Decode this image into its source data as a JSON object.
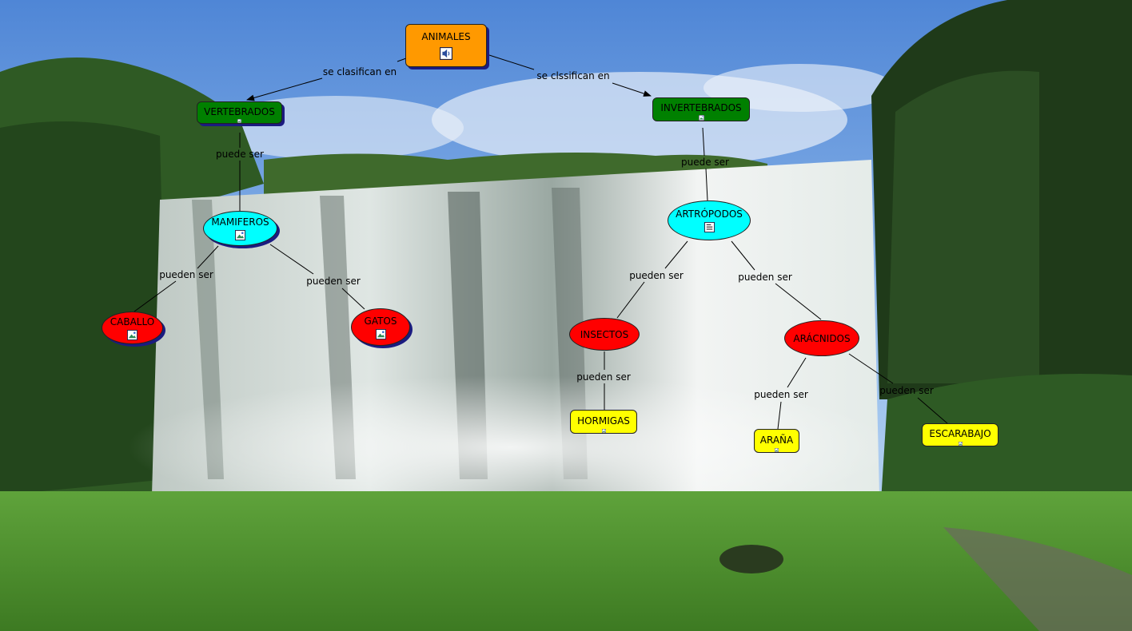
{
  "colors": {
    "orange": "#ff9900",
    "green": "#008000",
    "cyan": "#00ffff",
    "red": "#ff0000",
    "yellow": "#ffff00",
    "shadow": "#1b1b80"
  },
  "nodes": {
    "animales": {
      "label": "ANIMALES",
      "icon": "sound-icon"
    },
    "vertebrados": {
      "label": "VERTEBRADOS",
      "icon": "image-icon"
    },
    "invertebrados": {
      "label": "INVERTEBRADOS",
      "icon": "image-icon"
    },
    "mamiferos": {
      "label": "MAMIFEROS",
      "icon": "image-icon"
    },
    "artropodos": {
      "label": "ARTRÓPODOS",
      "icon": "document-icon"
    },
    "caballo": {
      "label": "CABALLO",
      "icon": "image-icon"
    },
    "gatos": {
      "label": "GATOS",
      "icon": "image-icon"
    },
    "insectos": {
      "label": "INSECTOS"
    },
    "aracnidos": {
      "label": "ARÁCNIDOS"
    },
    "hormigas": {
      "label": "HORMIGAS",
      "icon": "image-icon"
    },
    "arana": {
      "label": "ARAÑA",
      "icon": "image-icon"
    },
    "escarabajo": {
      "label": "ESCARABAJO",
      "icon": "image-icon"
    }
  },
  "links": {
    "animales_vertebrados": "se clasifican en",
    "animales_invertebrados": "se clssifican en",
    "vertebrados_mamiferos": "puede ser",
    "invertebrados_artropodos": "puede ser",
    "mamiferos_caballo": "pueden ser",
    "mamiferos_gatos": "pueden ser",
    "artropodos_insectos": "pueden ser",
    "artropodos_aracnidos": "pueden ser",
    "insectos_hormigas": "pueden ser",
    "aracnidos_arana": "pueden ser",
    "aracnidos_escarabajo": "pueden ser"
  }
}
